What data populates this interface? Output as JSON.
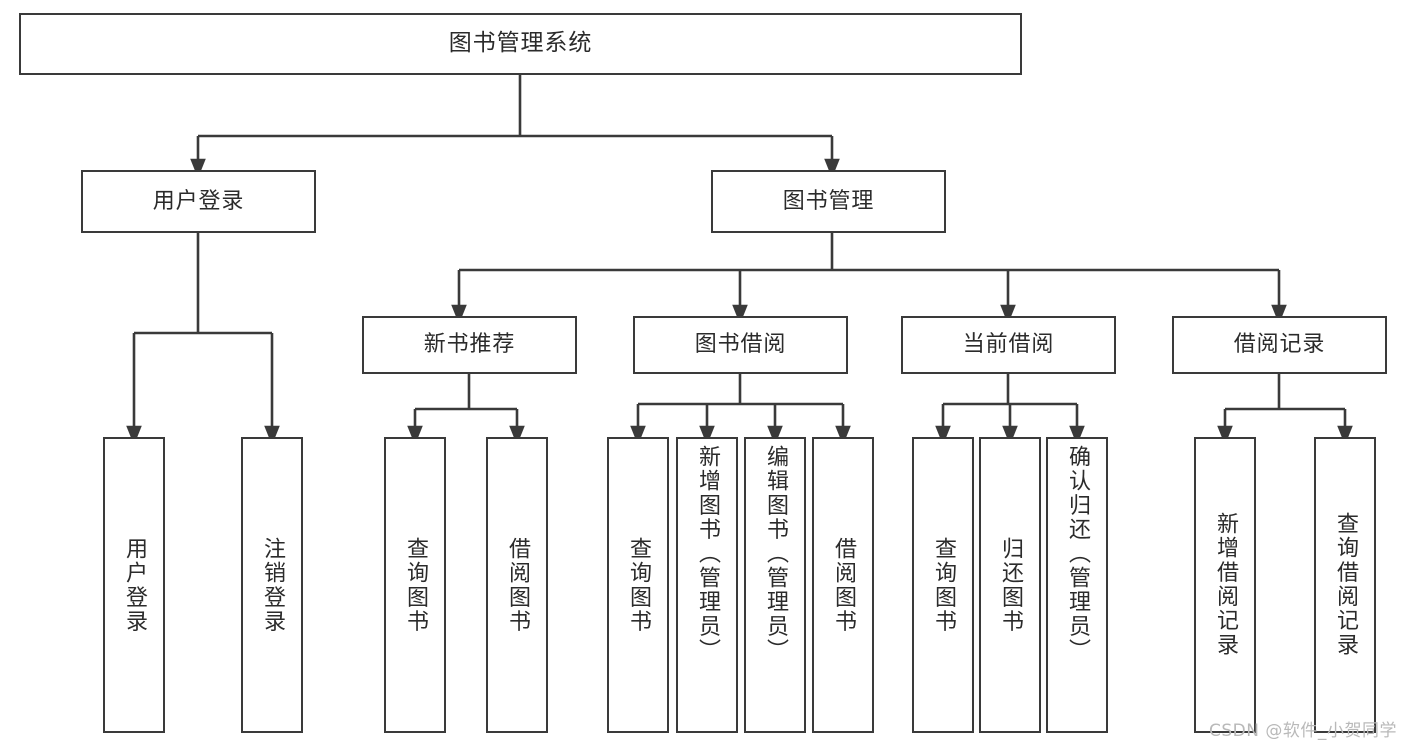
{
  "diagram": {
    "title": "图书管理系统",
    "type": "tree-hierarchy-diagram",
    "colors": {
      "box_border": "#3a3a3a",
      "box_fill": "#ffffff",
      "edge": "#3a3a3a",
      "text": "#2b2b2b",
      "watermark": "#b9b9b9",
      "background": "#ffffff"
    },
    "watermark": "CSDN @软件_小贺同学",
    "root": {
      "label": "图书管理系统"
    },
    "level1": [
      {
        "label": "用户登录"
      },
      {
        "label": "图书管理"
      }
    ],
    "level2": [
      {
        "label": "新书推荐"
      },
      {
        "label": "图书借阅"
      },
      {
        "label": "当前借阅"
      },
      {
        "label": "借阅记录"
      }
    ],
    "leaves": {
      "user_login": [
        {
          "label": "用户登录"
        },
        {
          "label": "注销登录"
        }
      ],
      "new_book_recommend": [
        {
          "label": "查询图书"
        },
        {
          "label": "借阅图书"
        }
      ],
      "book_borrow": [
        {
          "label": "查询图书"
        },
        {
          "label": "新增图书（管理员）"
        },
        {
          "label": "编辑图书（管理员）"
        },
        {
          "label": "借阅图书"
        }
      ],
      "current_borrow": [
        {
          "label": "查询图书"
        },
        {
          "label": "归还图书"
        },
        {
          "label": "确认归还（管理员）"
        }
      ],
      "borrow_record": [
        {
          "label": "新增借阅记录"
        },
        {
          "label": "查询借阅记录"
        }
      ]
    }
  }
}
